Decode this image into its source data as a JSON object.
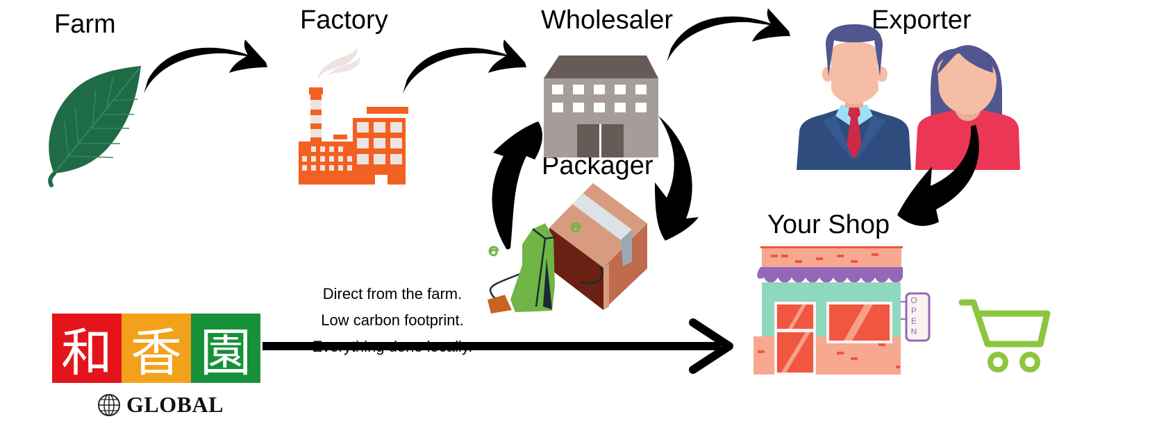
{
  "diagram": {
    "stages": {
      "farm": {
        "label": "Farm",
        "icon": "leaf-icon"
      },
      "factory": {
        "label": "Factory",
        "icon": "factory-icon"
      },
      "wholesaler": {
        "label": "Wholesaler",
        "icon": "warehouse-icon"
      },
      "packager": {
        "label": "Packager",
        "icon": "package-box-icon"
      },
      "exporter": {
        "label": "Exporter",
        "icon": "business-people-icon"
      },
      "shop": {
        "label": "Your Shop",
        "icon": "storefront-icon",
        "sign": "OPEN"
      }
    },
    "flow": [
      {
        "from": "Farm",
        "to": "Factory"
      },
      {
        "from": "Factory",
        "to": "Wholesaler"
      },
      {
        "from": "Wholesaler",
        "to": "Exporter"
      },
      {
        "from": "Wholesaler",
        "to": "Packager"
      },
      {
        "from": "Packager",
        "to": "Wholesaler"
      },
      {
        "from": "Exporter",
        "to": "Your Shop"
      },
      {
        "from": "Brand",
        "to": "Your Shop"
      }
    ],
    "direct_route": {
      "lines": [
        "Direct from the farm.",
        "Low carbon footprint.",
        "Everything done locally."
      ]
    },
    "brand": {
      "chars": [
        "和",
        "香",
        "園"
      ],
      "colors": [
        "#E5141B",
        "#F3A11B",
        "#17903A"
      ],
      "subtitle": "GLOBAL"
    },
    "cart": {
      "icon": "shopping-cart-icon",
      "color": "#8CC63F"
    }
  },
  "colors": {
    "leaf": "#1F6B46",
    "factory": "#F26122",
    "smoke": "#EDE4E1",
    "warehouse_roof": "#665B57",
    "warehouse_wall": "#A69D9A",
    "exporter_suit": "#2F4C7E",
    "exporter_hair": "#515690",
    "exporter_dress": "#EB3656",
    "skin": "#F5BDA5",
    "box_top": "#D79C80",
    "box_side": "#C06A4E",
    "box_dark": "#6A2012",
    "tea_bag": "#70B546",
    "shop_awning": "#9468B6",
    "shop_wall": "#8FD8C0",
    "shop_brick": "#F7A890",
    "shop_window": "#F05640"
  }
}
